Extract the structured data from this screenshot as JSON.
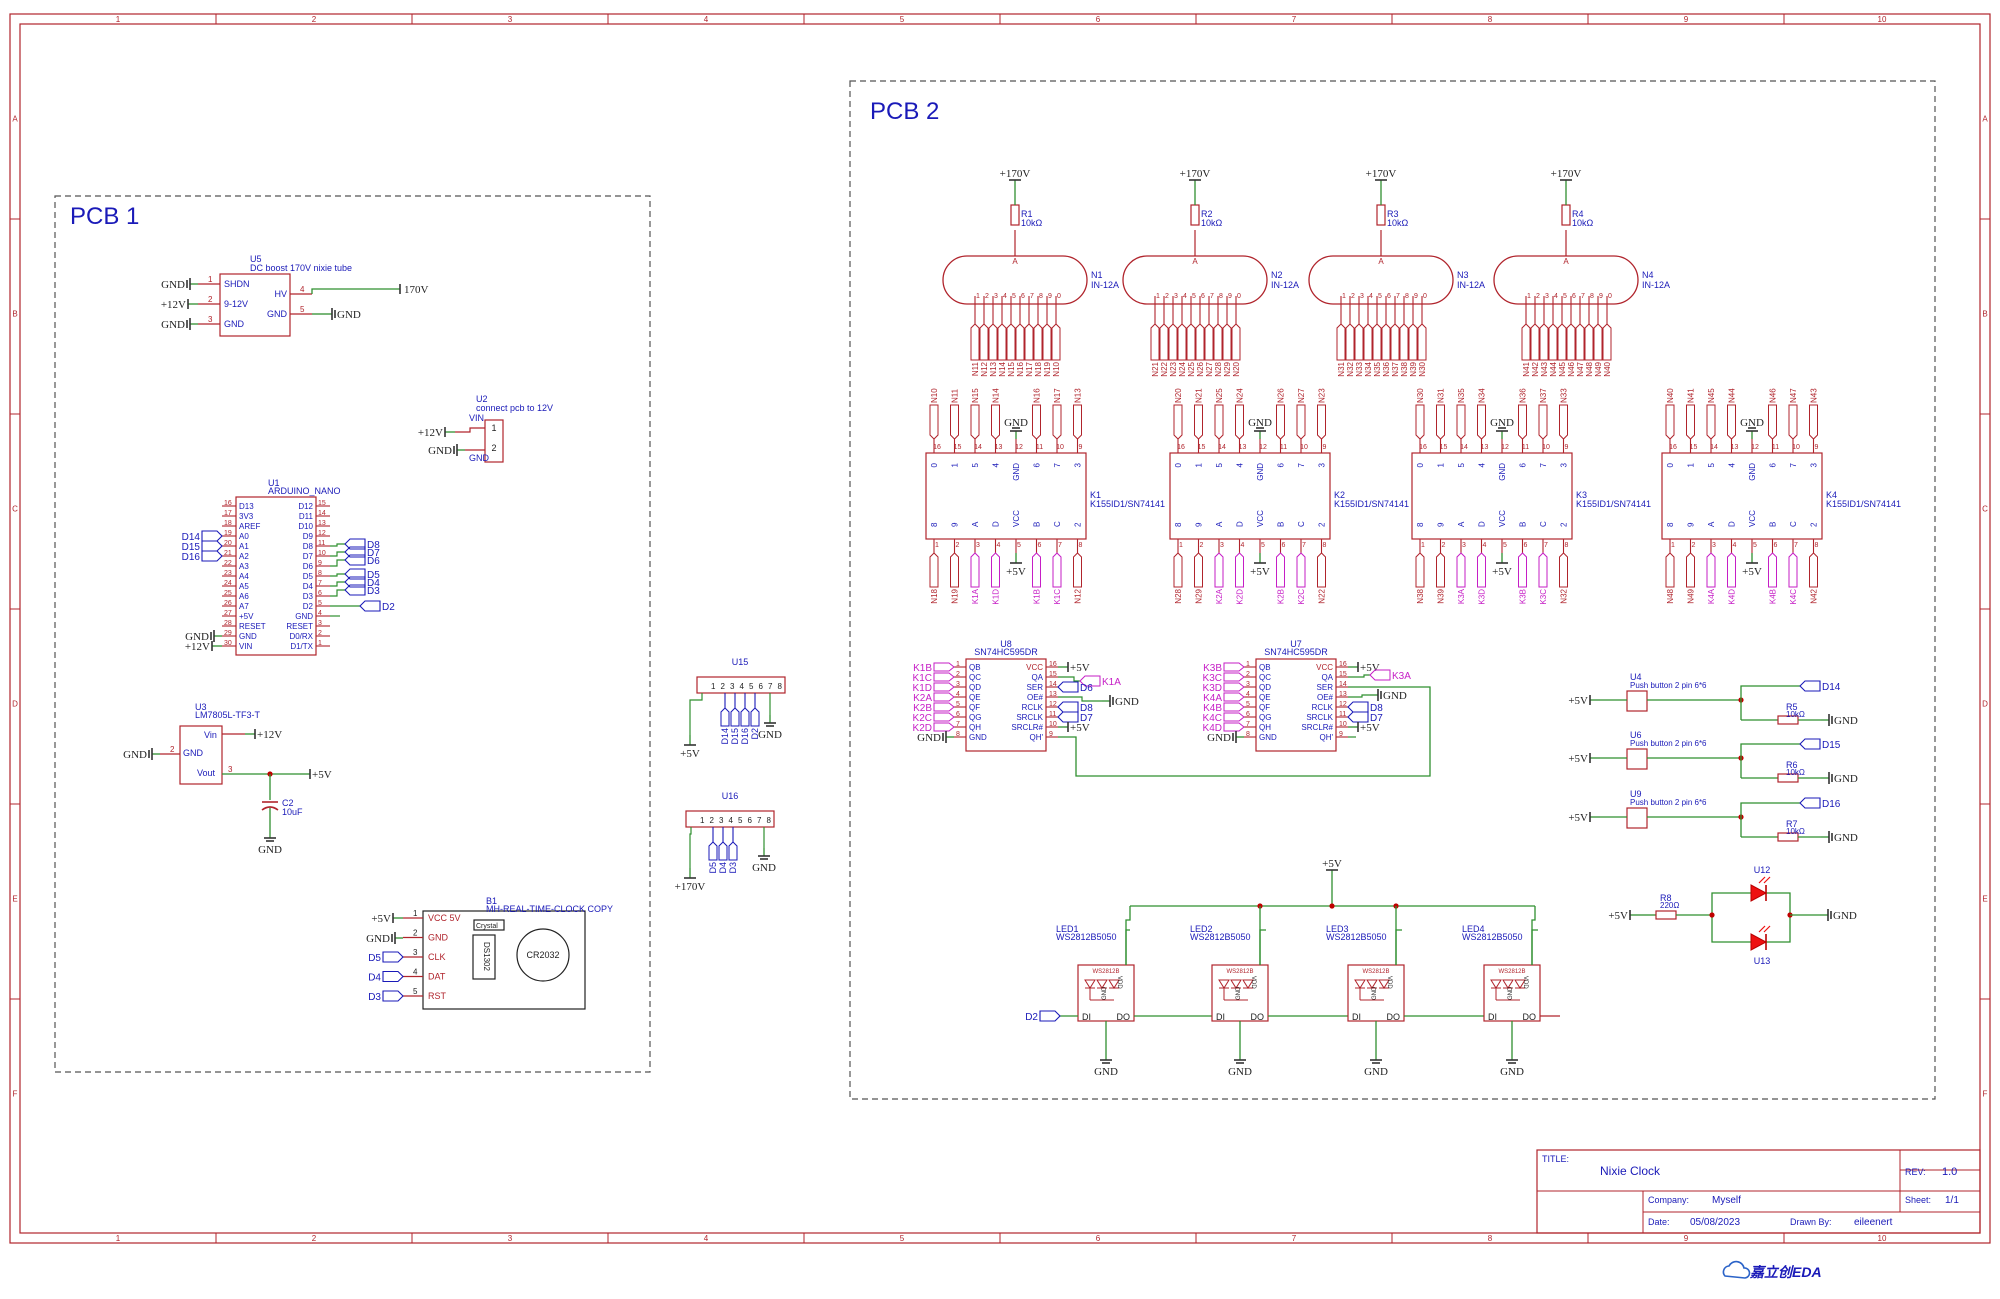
{
  "colors": {
    "frame": "#b0242c",
    "wire": "#2f8f2f",
    "symbol": "#b0242c",
    "label_blue": "#1a1ab8",
    "label_magenta": "#c61ec6",
    "junction": "#c00000",
    "region_border": "#555555"
  },
  "frame": {
    "columns": [
      "1",
      "2",
      "3",
      "4",
      "5",
      "6",
      "7",
      "8",
      "9",
      "10"
    ],
    "rows": [
      "A",
      "B",
      "C",
      "D",
      "E",
      "F"
    ]
  },
  "regions": [
    {
      "label": "PCB 1"
    },
    {
      "label": "PCB 2"
    }
  ],
  "nets": {
    "gnd": "GND",
    "v12": "+12V",
    "v5": "+5V",
    "v170": "+170V",
    "hv170": "170V"
  },
  "pcb1": {
    "u5": {
      "ref": "U5",
      "value": "DC boost 170V nixie tube",
      "pins_left": [
        {
          "name": "SHDN",
          "num": "1"
        },
        {
          "name": "9-12V",
          "num": "2"
        },
        {
          "name": "GND",
          "num": "3"
        }
      ],
      "pins_right": [
        {
          "name": "HV",
          "num": "4"
        },
        {
          "name": "GND",
          "num": "5"
        }
      ]
    },
    "u2": {
      "ref": "U2",
      "value": "connect pcb to 12V",
      "pins": [
        {
          "name": "VIN",
          "num": "1"
        },
        {
          "name": "GND",
          "num": "2"
        }
      ]
    },
    "u1": {
      "ref": "U1",
      "value": "ARDUINO_NANO",
      "pins_left": [
        "D13",
        "3V3",
        "AREF",
        "A0",
        "A1",
        "A2",
        "A3",
        "A4",
        "A5",
        "A6",
        "A7",
        "+5V",
        "RESET",
        "GND",
        "VIN"
      ],
      "nums_left": [
        "16",
        "17",
        "18",
        "19",
        "20",
        "21",
        "22",
        "23",
        "24",
        "25",
        "26",
        "27",
        "28",
        "29",
        "30"
      ],
      "pins_right": [
        "D12",
        "D11",
        "D10",
        "D9",
        "D8",
        "D7",
        "D6",
        "D5",
        "D4",
        "D3",
        "D2",
        "GND",
        "RESET",
        "D0/RX",
        "D1/TX"
      ],
      "nums_right": [
        "15",
        "14",
        "13",
        "12",
        "11",
        "10",
        "9",
        "8",
        "7",
        "6",
        "5",
        "4",
        "3",
        "2",
        "1"
      ],
      "labels_left": [
        "D14",
        "D15",
        "D16"
      ],
      "labels_right": [
        "D8",
        "D7",
        "D6",
        "D5",
        "D4",
        "D3",
        "D2"
      ]
    },
    "u3": {
      "ref": "U3",
      "value": "LM7805L-TF3-T",
      "pins": [
        "Vin",
        "GND",
        "Vout"
      ],
      "nums": [
        "1",
        "2",
        "3"
      ]
    },
    "c2": {
      "ref": "C2",
      "value": "10uF"
    },
    "b1": {
      "ref": "B1",
      "value": "MH-REAL-TIME-CLOCK COPY",
      "pins": [
        {
          "name": "VCC 5V",
          "num": "1"
        },
        {
          "name": "GND",
          "num": "2"
        },
        {
          "name": "CLK",
          "num": "3"
        },
        {
          "name": "DAT",
          "num": "4"
        },
        {
          "name": "RST",
          "num": "5"
        }
      ],
      "labels": [
        "D5",
        "D4",
        "D3"
      ],
      "crystal": "Crystal",
      "chip": "DS1302",
      "battery": "CR2032"
    }
  },
  "connectors": [
    {
      "ref": "U15",
      "pins": [
        "1",
        "2",
        "3",
        "4",
        "5",
        "6",
        "7",
        "8"
      ],
      "labels": [
        "D14",
        "D15",
        "D16",
        "D2"
      ],
      "power": "+5V"
    },
    {
      "ref": "U16",
      "pins": [
        "1",
        "2",
        "3",
        "4",
        "5",
        "6",
        "7",
        "8"
      ],
      "labels": [
        "D5",
        "D4",
        "D3"
      ],
      "power": "+170V"
    }
  ],
  "pcb2": {
    "tubes": [
      {
        "ref": "N1",
        "value": "IN-12A",
        "res_ref": "R1",
        "res_val": "10kΩ",
        "nets": [
          "N11",
          "N12",
          "N13",
          "N14",
          "N15",
          "N16",
          "N17",
          "N18",
          "N19",
          "N10"
        ]
      },
      {
        "ref": "N2",
        "value": "IN-12A",
        "res_ref": "R2",
        "res_val": "10kΩ",
        "nets": [
          "N21",
          "N22",
          "N23",
          "N24",
          "N25",
          "N26",
          "N27",
          "N28",
          "N29",
          "N20"
        ]
      },
      {
        "ref": "N3",
        "value": "IN-12A",
        "res_ref": "R3",
        "res_val": "10kΩ",
        "nets": [
          "N31",
          "N32",
          "N33",
          "N34",
          "N35",
          "N36",
          "N37",
          "N38",
          "N39",
          "N30"
        ]
      },
      {
        "ref": "N4",
        "value": "IN-12A",
        "res_ref": "R4",
        "res_val": "10kΩ",
        "nets": [
          "N41",
          "N42",
          "N43",
          "N44",
          "N45",
          "N46",
          "N47",
          "N48",
          "N49",
          "N40"
        ]
      }
    ],
    "tube_pins": [
      "A",
      "1",
      "2",
      "3",
      "4",
      "5",
      "6",
      "7",
      "8",
      "9",
      "0"
    ],
    "drivers": [
      {
        "ref": "K1",
        "value": "K155ID1/SN74141",
        "top_nets": [
          "N10",
          "N11",
          "N15",
          "N14",
          "",
          "N16",
          "N17",
          "N13"
        ],
        "top_pins": [
          "16",
          "15",
          "14",
          "13",
          "12",
          "11",
          "10",
          "9"
        ],
        "top_names": [
          "0",
          "1",
          "5",
          "4",
          "GND",
          "6",
          "7",
          "3"
        ],
        "bot_pins": [
          "1",
          "2",
          "3",
          "4",
          "5",
          "6",
          "7",
          "8"
        ],
        "bot_names": [
          "8",
          "9",
          "A",
          "D",
          "VCC",
          "B",
          "C",
          "2"
        ],
        "bot_nets": [
          "N18",
          "N19",
          "K1A",
          "K1D",
          "",
          "K1B",
          "K1C",
          "N12"
        ]
      },
      {
        "ref": "K2",
        "value": "K155ID1/SN74141",
        "top_nets": [
          "N20",
          "N21",
          "N25",
          "N24",
          "",
          "N26",
          "N27",
          "N23"
        ],
        "top_pins": [
          "16",
          "15",
          "14",
          "13",
          "12",
          "11",
          "10",
          "9"
        ],
        "top_names": [
          "0",
          "1",
          "5",
          "4",
          "GND",
          "6",
          "7",
          "3"
        ],
        "bot_pins": [
          "1",
          "2",
          "3",
          "4",
          "5",
          "6",
          "7",
          "8"
        ],
        "bot_names": [
          "8",
          "9",
          "A",
          "D",
          "VCC",
          "B",
          "C",
          "2"
        ],
        "bot_nets": [
          "N28",
          "N29",
          "K2A",
          "K2D",
          "",
          "K2B",
          "K2C",
          "N22"
        ]
      },
      {
        "ref": "K3",
        "value": "K155ID1/SN74141",
        "top_nets": [
          "N30",
          "N31",
          "N35",
          "N34",
          "",
          "N36",
          "N37",
          "N33"
        ],
        "top_pins": [
          "16",
          "15",
          "14",
          "13",
          "12",
          "11",
          "10",
          "9"
        ],
        "top_names": [
          "0",
          "1",
          "5",
          "4",
          "GND",
          "6",
          "7",
          "3"
        ],
        "bot_pins": [
          "1",
          "2",
          "3",
          "4",
          "5",
          "6",
          "7",
          "8"
        ],
        "bot_names": [
          "8",
          "9",
          "A",
          "D",
          "VCC",
          "B",
          "C",
          "2"
        ],
        "bot_nets": [
          "N38",
          "N39",
          "K3A",
          "K3D",
          "",
          "K3B",
          "K3C",
          "N32"
        ]
      },
      {
        "ref": "K4",
        "value": "K155ID1/SN74141",
        "top_nets": [
          "N40",
          "N41",
          "N45",
          "N44",
          "",
          "N46",
          "N47",
          "N43"
        ],
        "top_pins": [
          "16",
          "15",
          "14",
          "13",
          "12",
          "11",
          "10",
          "9"
        ],
        "top_names": [
          "0",
          "1",
          "5",
          "4",
          "GND",
          "6",
          "7",
          "3"
        ],
        "bot_pins": [
          "1",
          "2",
          "3",
          "4",
          "5",
          "6",
          "7",
          "8"
        ],
        "bot_names": [
          "8",
          "9",
          "A",
          "D",
          "VCC",
          "B",
          "C",
          "2"
        ],
        "bot_nets": [
          "N48",
          "N49",
          "K4A",
          "K4D",
          "",
          "K4B",
          "K4C",
          "N42"
        ]
      }
    ],
    "shift_regs": [
      {
        "ref": "U8",
        "value": "SN74HC595DR",
        "left_names": [
          "QB",
          "QC",
          "QD",
          "QE",
          "QF",
          "QG",
          "QH",
          "GND"
        ],
        "left_nums": [
          "1",
          "2",
          "3",
          "4",
          "5",
          "6",
          "7",
          "8"
        ],
        "left_nets": [
          "K1B",
          "K1C",
          "K1D",
          "K2A",
          "K2B",
          "K2C",
          "K2D"
        ],
        "right_names": [
          "VCC",
          "QA",
          "SER",
          "OE#",
          "RCLK",
          "SRCLK",
          "SRCLR#",
          "QH'"
        ],
        "right_nums": [
          "16",
          "15",
          "14",
          "13",
          "12",
          "11",
          "10",
          "9"
        ],
        "right_nets": [
          "K1A",
          "D6",
          "D8",
          "D7"
        ]
      },
      {
        "ref": "U7",
        "value": "SN74HC595DR",
        "left_names": [
          "QB",
          "QC",
          "QD",
          "QE",
          "QF",
          "QG",
          "QH",
          "GND"
        ],
        "left_nums": [
          "1",
          "2",
          "3",
          "4",
          "5",
          "6",
          "7",
          "8"
        ],
        "left_nets": [
          "K3B",
          "K3C",
          "K3D",
          "K4A",
          "K4B",
          "K4C",
          "K4D"
        ],
        "right_names": [
          "VCC",
          "QA",
          "SER",
          "OE#",
          "RCLK",
          "SRCLK",
          "SRCLR#",
          "QH'"
        ],
        "right_nums": [
          "16",
          "15",
          "14",
          "13",
          "12",
          "11",
          "10",
          "9"
        ],
        "right_nets": [
          "K3A",
          "D8",
          "D7"
        ]
      }
    ],
    "buttons": [
      {
        "ref": "U4",
        "value": "Push button 2 pin 6*6",
        "res_ref": "R5",
        "res_val": "10kΩ",
        "net": "D14"
      },
      {
        "ref": "U6",
        "value": "Push button 2 pin 6*6",
        "res_ref": "R6",
        "res_val": "10kΩ",
        "net": "D15"
      },
      {
        "ref": "U9",
        "value": "Push button 2 pin 6*6",
        "res_ref": "R7",
        "res_val": "10kΩ",
        "net": "D16"
      }
    ],
    "indicator": {
      "res_ref": "R8",
      "res_val": "220Ω",
      "led_top": "U12",
      "led_bot": "U13"
    },
    "leds": [
      {
        "ref": "LED1",
        "value": "WS2812B5050",
        "chip": "WS2812B"
      },
      {
        "ref": "LED2",
        "value": "WS2812B5050",
        "chip": "WS2812B"
      },
      {
        "ref": "LED3",
        "value": "WS2812B5050",
        "chip": "WS2812B"
      },
      {
        "ref": "LED4",
        "value": "WS2812B5050",
        "chip": "WS2812B"
      }
    ],
    "led_pins": {
      "din": "DI",
      "dout": "DO",
      "vdd": "VDD",
      "gnd": "GND",
      "data_net": "D2"
    }
  },
  "title_block": {
    "title_label": "TITLE:",
    "title": "Nixie Clock",
    "rev_label": "REV:",
    "rev": "1.0",
    "company_label": "Company:",
    "company": "Myself",
    "sheet_label": "Sheet:",
    "sheet": "1/1",
    "date_label": "Date:",
    "date": "05/08/2023",
    "drawn_label": "Drawn By:",
    "drawn": "eileenert"
  },
  "brand": {
    "text": "嘉立创EDA",
    "icon": "cloud-icon"
  }
}
